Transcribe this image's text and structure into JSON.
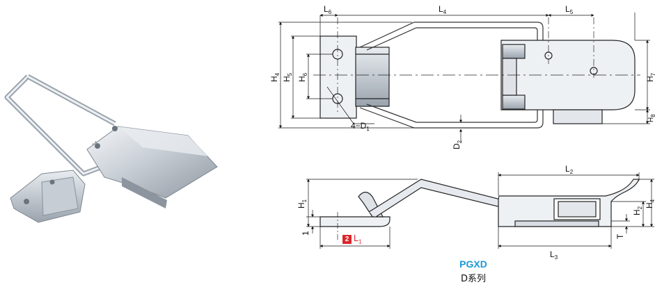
{
  "product_code": "PGXD",
  "series_label": "D系列",
  "badge": {
    "number": "2",
    "label": "L",
    "label_sub": "1"
  },
  "top_view": {
    "L6": {
      "main": "L",
      "sub": "6"
    },
    "L4": {
      "main": "L",
      "sub": "4"
    },
    "L5": {
      "main": "L",
      "sub": "5"
    },
    "H4": {
      "main": "H",
      "sub": "4"
    },
    "H5": {
      "main": "H",
      "sub": "5"
    },
    "H6": {
      "main": "H",
      "sub": "6"
    },
    "H7": {
      "main": "H",
      "sub": "7"
    },
    "H8": {
      "main": "H",
      "sub": "8"
    },
    "D2": {
      "main": "D",
      "sub": "2"
    },
    "hole": {
      "main": "4−D",
      "sub": "1"
    }
  },
  "side_view": {
    "L2": {
      "main": "L",
      "sub": "2"
    },
    "L3": {
      "main": "L",
      "sub": "3"
    },
    "H1": {
      "main": "H",
      "sub": "1"
    },
    "H2": {
      "main": "H",
      "sub": "2"
    },
    "H4": {
      "main": "H",
      "sub": "4"
    },
    "T": "T",
    "one": "1"
  }
}
